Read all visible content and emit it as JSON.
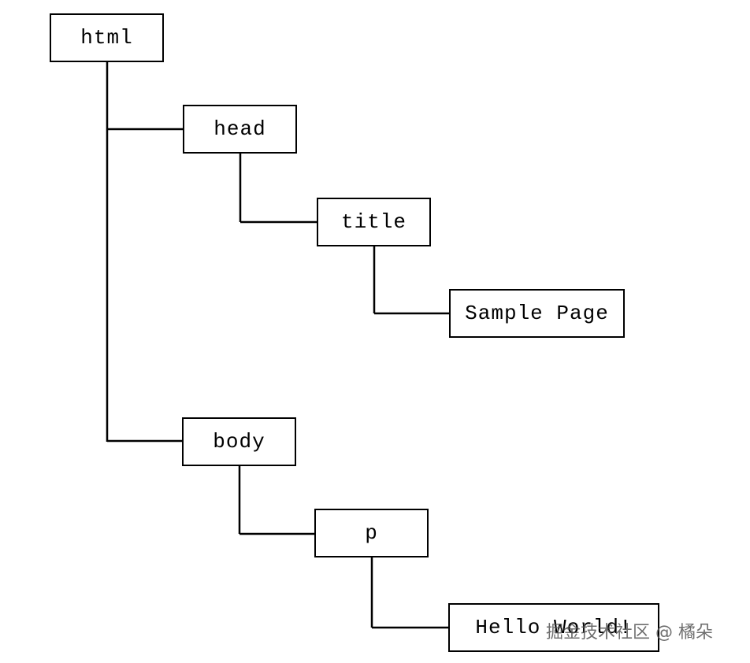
{
  "diagram": {
    "nodes": {
      "html": "html",
      "head": "head",
      "title": "title",
      "sample_page": "Sample Page",
      "body": "body",
      "p": "p",
      "hello_world": "Hello World!"
    },
    "edges": [
      [
        "html",
        "head"
      ],
      [
        "head",
        "title"
      ],
      [
        "title",
        "sample_page"
      ],
      [
        "html",
        "body"
      ],
      [
        "body",
        "p"
      ],
      [
        "p",
        "hello_world"
      ]
    ]
  },
  "watermark": "掘金技术社区 @ 橘朵"
}
